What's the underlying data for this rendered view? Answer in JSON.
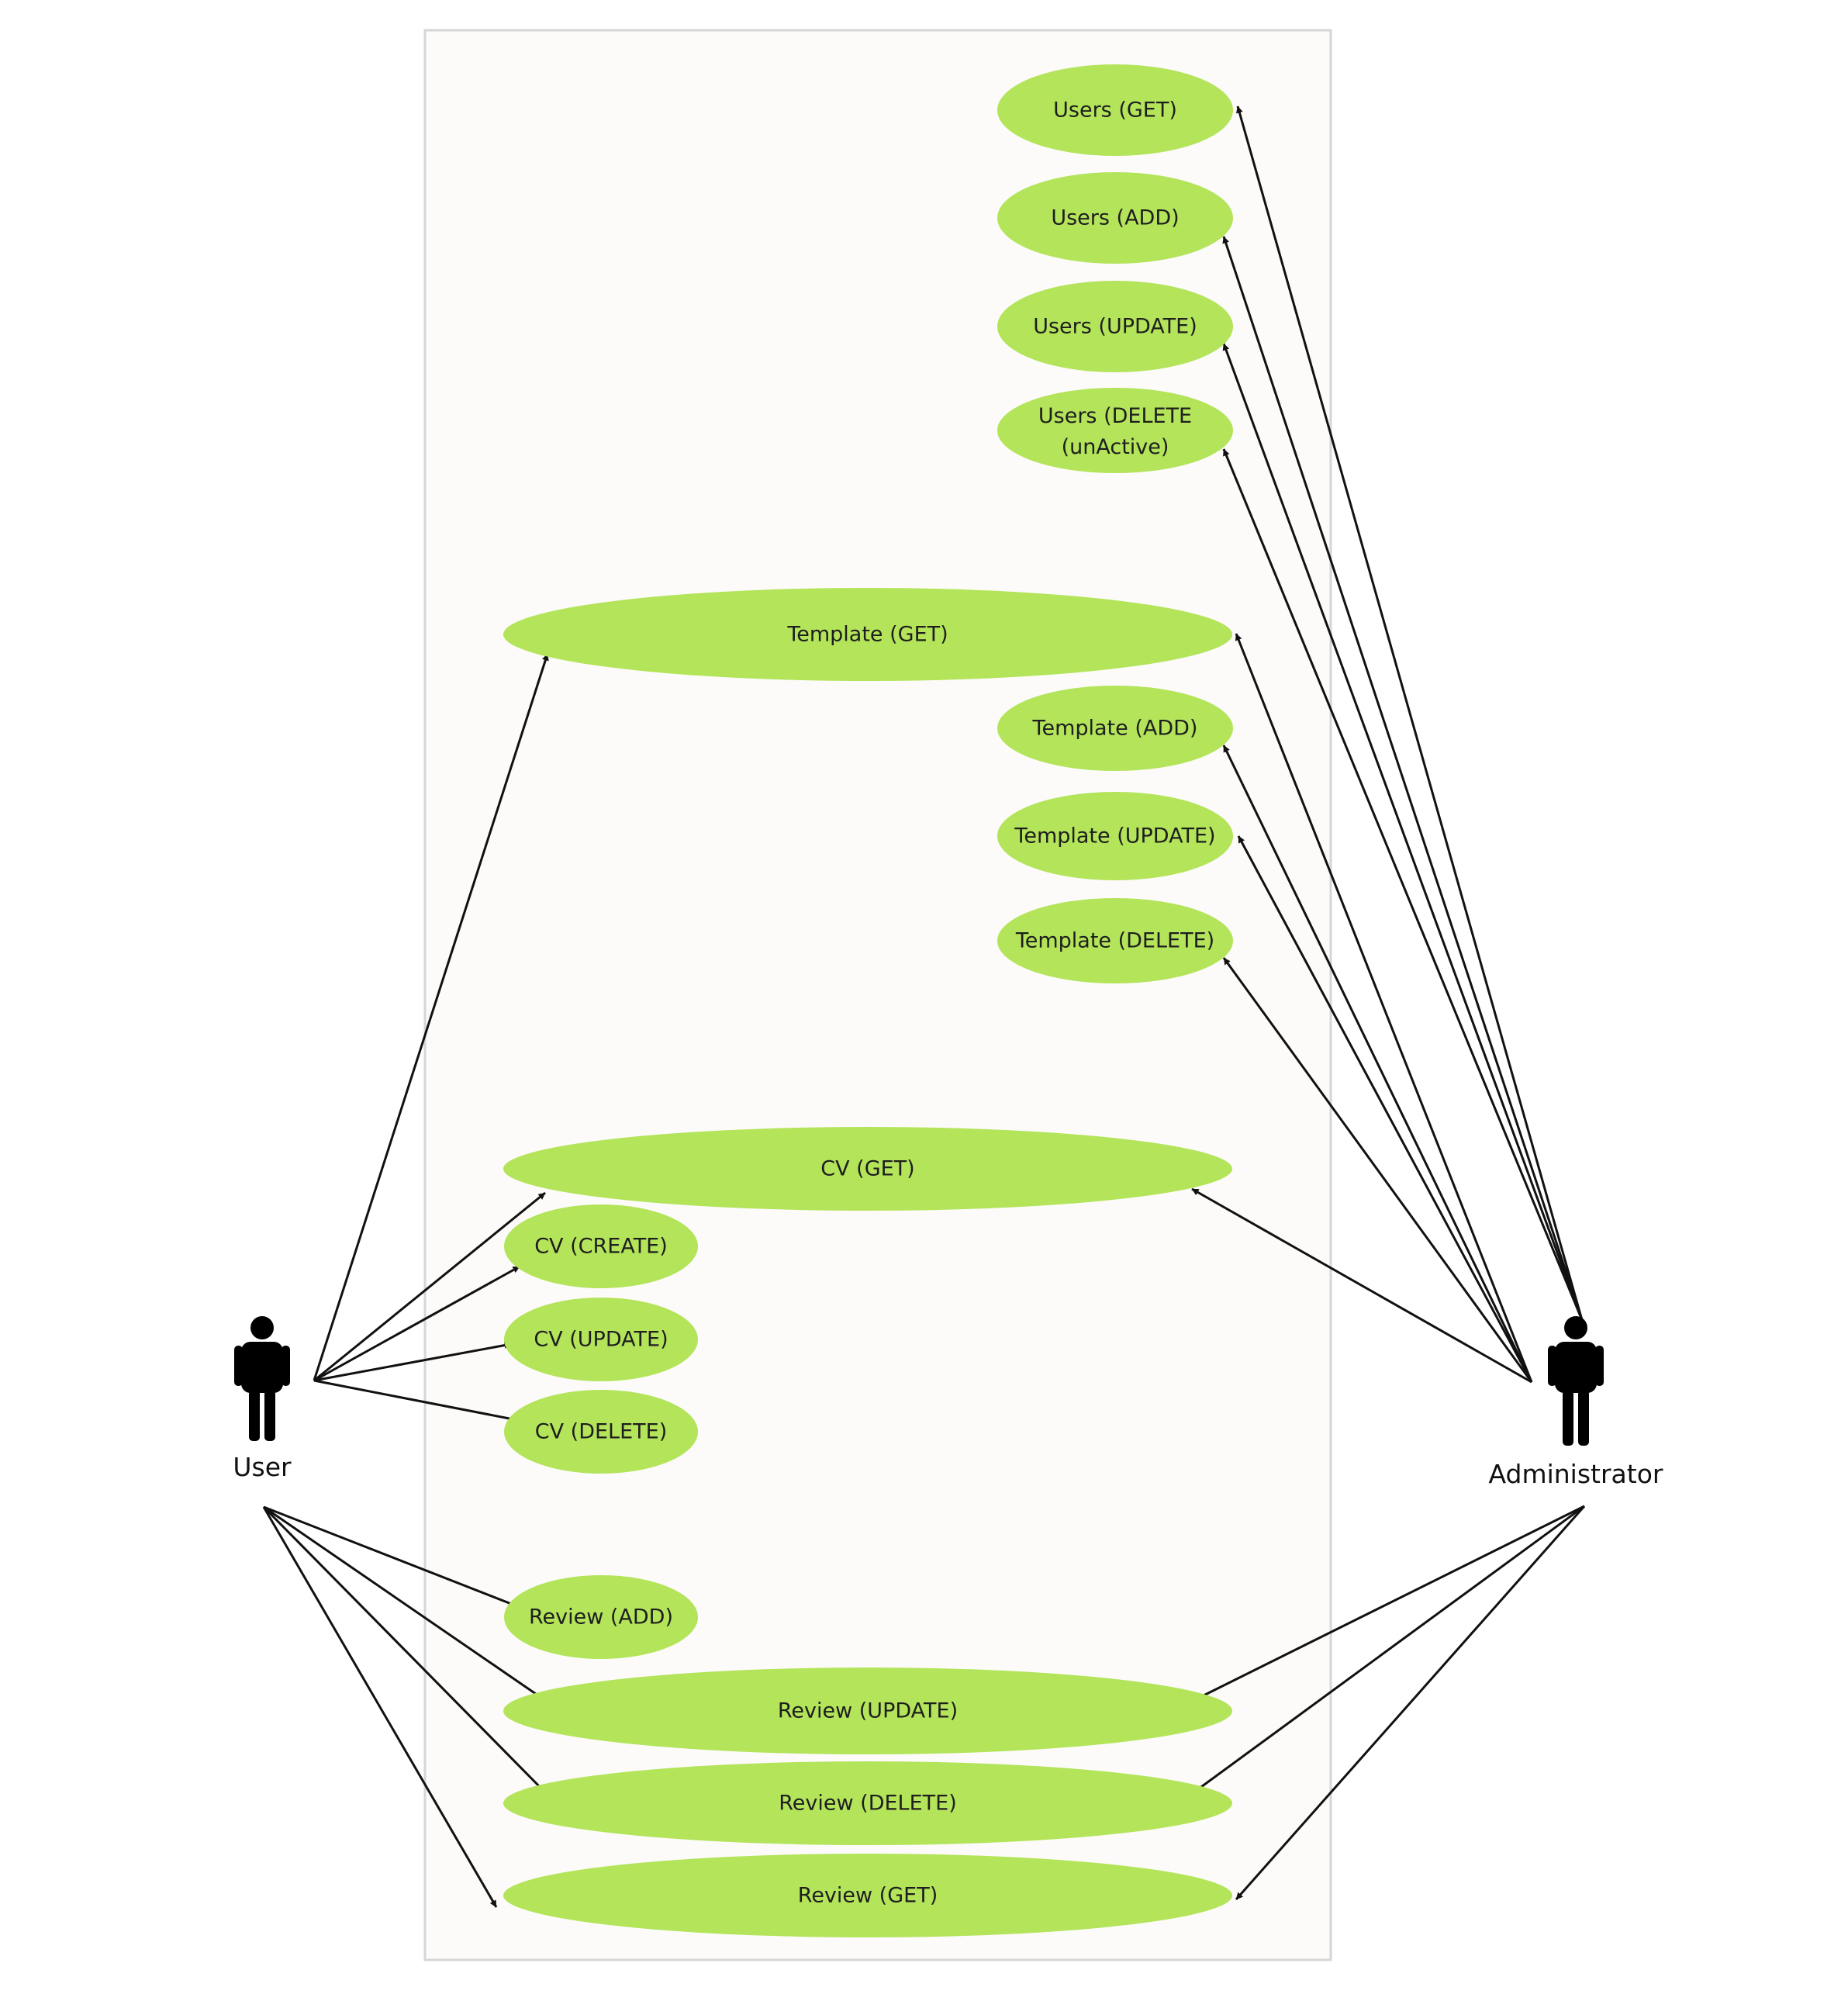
{
  "colors": {
    "use_case_fill": "#b3e45a",
    "boundary_fill": "#fcfbf9",
    "boundary_stroke": "#d6d6d6",
    "line": "#111111",
    "actor": "#000000"
  },
  "actors": [
    {
      "id": "user",
      "name": "User",
      "icon": "person-icon"
    },
    {
      "id": "admin",
      "name": "Administrator",
      "icon": "person-icon"
    }
  ],
  "use_cases": [
    {
      "id": "users-get",
      "label": "Users (GET)"
    },
    {
      "id": "users-add",
      "label": "Users (ADD)"
    },
    {
      "id": "users-update",
      "label": "Users (UPDATE)"
    },
    {
      "id": "users-delete",
      "label": "Users (DELETE (unActive)"
    },
    {
      "id": "template-get",
      "label": "Template (GET)"
    },
    {
      "id": "template-add",
      "label": "Template (ADD)"
    },
    {
      "id": "template-update",
      "label": "Template (UPDATE)"
    },
    {
      "id": "template-delete",
      "label": "Template (DELETE)"
    },
    {
      "id": "cv-get",
      "label": "CV (GET)"
    },
    {
      "id": "cv-create",
      "label": "CV (CREATE)"
    },
    {
      "id": "cv-update",
      "label": "CV (UPDATE)"
    },
    {
      "id": "cv-delete",
      "label": "CV (DELETE)"
    },
    {
      "id": "review-add",
      "label": "Review (ADD)"
    },
    {
      "id": "review-update",
      "label": "Review (UPDATE)"
    },
    {
      "id": "review-delete",
      "label": "Review (DELETE)"
    },
    {
      "id": "review-get",
      "label": "Review (GET)"
    }
  ],
  "associations": [
    {
      "from": "user",
      "to": "template-get"
    },
    {
      "from": "user",
      "to": "cv-get"
    },
    {
      "from": "user",
      "to": "cv-create"
    },
    {
      "from": "user",
      "to": "cv-update"
    },
    {
      "from": "user",
      "to": "cv-delete"
    },
    {
      "from": "user",
      "to": "review-add"
    },
    {
      "from": "user",
      "to": "review-update"
    },
    {
      "from": "user",
      "to": "review-delete"
    },
    {
      "from": "user",
      "to": "review-get"
    },
    {
      "from": "admin",
      "to": "users-get"
    },
    {
      "from": "admin",
      "to": "users-add"
    },
    {
      "from": "admin",
      "to": "users-update"
    },
    {
      "from": "admin",
      "to": "users-delete"
    },
    {
      "from": "admin",
      "to": "template-get"
    },
    {
      "from": "admin",
      "to": "template-add"
    },
    {
      "from": "admin",
      "to": "template-update"
    },
    {
      "from": "admin",
      "to": "template-delete"
    },
    {
      "from": "admin",
      "to": "cv-get"
    },
    {
      "from": "admin",
      "to": "review-update"
    },
    {
      "from": "admin",
      "to": "review-delete"
    },
    {
      "from": "admin",
      "to": "review-get"
    }
  ]
}
